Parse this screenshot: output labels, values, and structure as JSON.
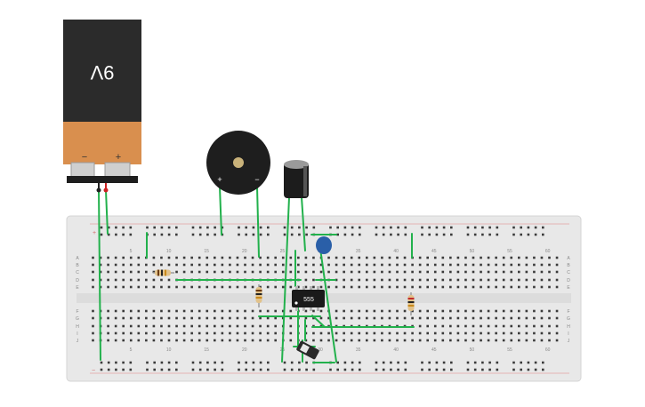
{
  "battery": {
    "label": "9V",
    "minus": "−",
    "plus": "+"
  },
  "buzzer": {
    "minus": "−",
    "plus": "+"
  },
  "chip": {
    "label": "555"
  },
  "breadboard": {
    "rows_top": [
      "A",
      "B",
      "C",
      "D",
      "E"
    ],
    "rows_bottom": [
      "F",
      "G",
      "H",
      "I",
      "J"
    ],
    "column_numbers": [
      "5",
      "10",
      "15",
      "20",
      "25",
      "30",
      "35",
      "40",
      "45",
      "50",
      "55",
      "60"
    ],
    "rail_plus": "+",
    "rail_minus": "−"
  },
  "colors": {
    "board": "#e6e6e6",
    "wire": "#22b14c",
    "battery_body": "#2b2b2b",
    "battery_band": "#d98f4e",
    "capacitor_ceramic": "#2a5fa8",
    "chip": "#1a1a1a"
  }
}
